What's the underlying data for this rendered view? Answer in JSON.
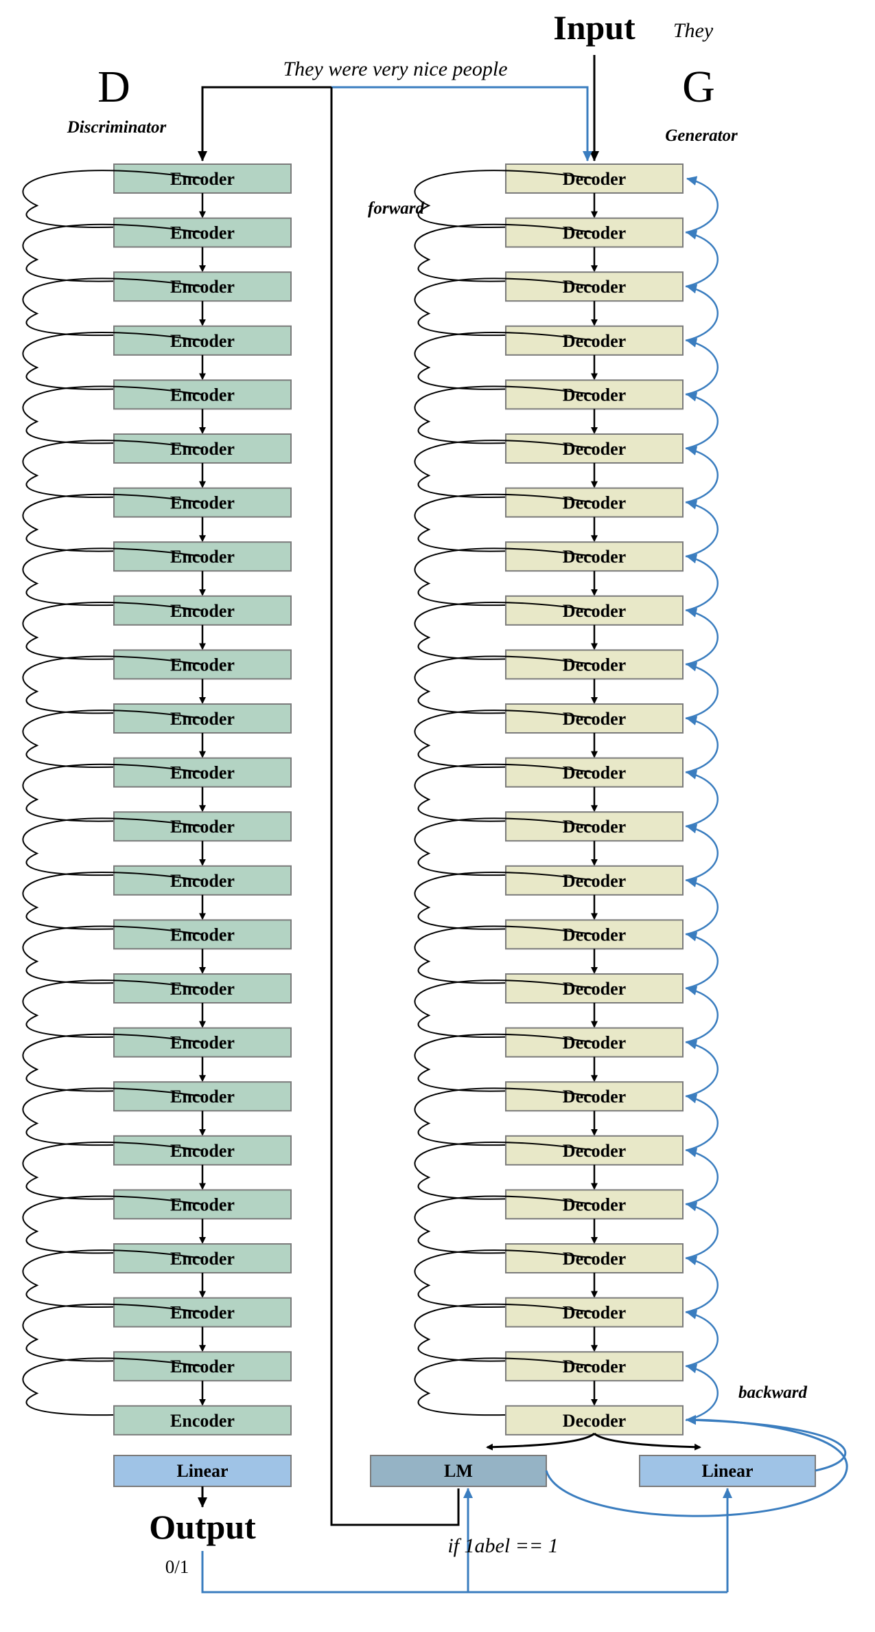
{
  "input_label": "Input",
  "input_token": "They",
  "sentence": "They were very nice people",
  "discriminator": {
    "letter": "D",
    "name": "Discriminator",
    "block_label": "Encoder",
    "block_count": 24,
    "head_label": "Linear"
  },
  "generator": {
    "letter": "G",
    "name": "Generator",
    "block_label": "Decoder",
    "block_count": 24,
    "forward_label": "forward",
    "backward_label": "backward",
    "lm_label": "LM",
    "head_label": "Linear"
  },
  "output_label": "Output",
  "output_value": "0/1",
  "condition_label": "if  1abel == 1",
  "colors": {
    "encoder_fill": "#b3d3c3",
    "decoder_fill": "#e8e8c8",
    "linear_fill": "#9fc3e6",
    "lm_fill": "#95b3c5",
    "block_stroke": "#7a7a7a",
    "black_flow": "#000000",
    "blue_flow": "#3a7dbf"
  }
}
